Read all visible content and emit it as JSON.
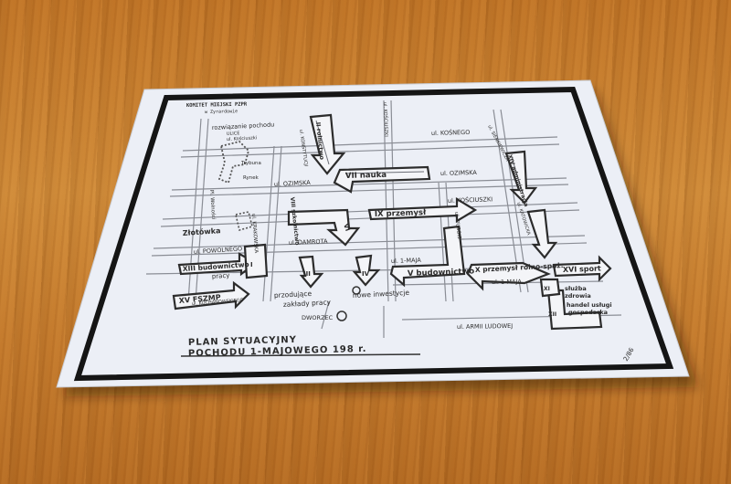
{
  "photo": {
    "subject": "photocopied map sheet lying on a wooden table",
    "table_color": "#c47a2c",
    "paper_color": "#eceff6",
    "border_color": "#151515"
  },
  "map": {
    "committee_header": "KOMITET MIEJSKI PZPR",
    "committee_city": "w Zyrardowie",
    "formation_note": [
      "rozwiązanie pochodu",
      "ULICE",
      "ul. Kościuszki"
    ],
    "title_line1": "PLAN SYTUACYJNY",
    "title_line2": "POCHODU 1-MAJOWEGO 198 r.",
    "streets": {
      "kosciuszki_top": "ul. KOŚCIUSZKI",
      "konstytucji": "ul. KONSTYTUCJI",
      "kosnego": "ul. KOŚNEGO",
      "ozimska_center": "ul. OZIMSKA",
      "ozimska_left": "ul. OZIMSKA",
      "kosciuszki_center": "ul. KOŚCIUSZKI",
      "damrota": "ul. DAMROTA",
      "pierwszego_maja_center": "ul. 1-MAJA",
      "pierwszego_maja_right": "ul. 1-MAJA",
      "powolnego": "ul. POWOLNEGO",
      "pl_wolnosci": "Pl. Wolności",
      "krakowska": "ul. KRAKOWSKA",
      "reymonta": "ul. REYMONTA",
      "dubois": "ul. DUBOIS",
      "armii_ludowej": "ul. ARMII LUDOWEJ",
      "katowicka": "ul. KATOWICKA",
      "kochanowskiego": "ul. KOCHANOWSKIEGO",
      "rynek": "Rynek",
      "sienkiewicza": "ul. SIENKIEWICZA",
      "dworzec": "DWORZEC"
    },
    "columns": {
      "i": "I",
      "ii": "II rolnictwo",
      "iii": "III",
      "iv": "IV",
      "v": "V budownictwo",
      "vi": "VI",
      "vii": "VII nauka",
      "viii": "VIII szkolnictwo",
      "ix": "IX przemysł",
      "x": "X przemysł rolno-spoż.",
      "xi": "XI",
      "xii": "XII",
      "xiii": "XIII budownictwo",
      "xiii_2": "pracy",
      "xiv": "XIV administracja",
      "xv": "XV FSZMP",
      "xvi": "XVI sport"
    },
    "labels": {
      "zlotowka": "Złotówka",
      "zaklady_1": "przodujące",
      "zaklady_2": "zakłady pracy",
      "inwestycje": "nowe inwestycje",
      "sluzba_1": "służba",
      "sluzba_2": "zdrowia",
      "handel_1": "handel usługi",
      "handel_2": "gospodarka",
      "trybuna": "Trybuna"
    },
    "margin_note": "2/86"
  }
}
